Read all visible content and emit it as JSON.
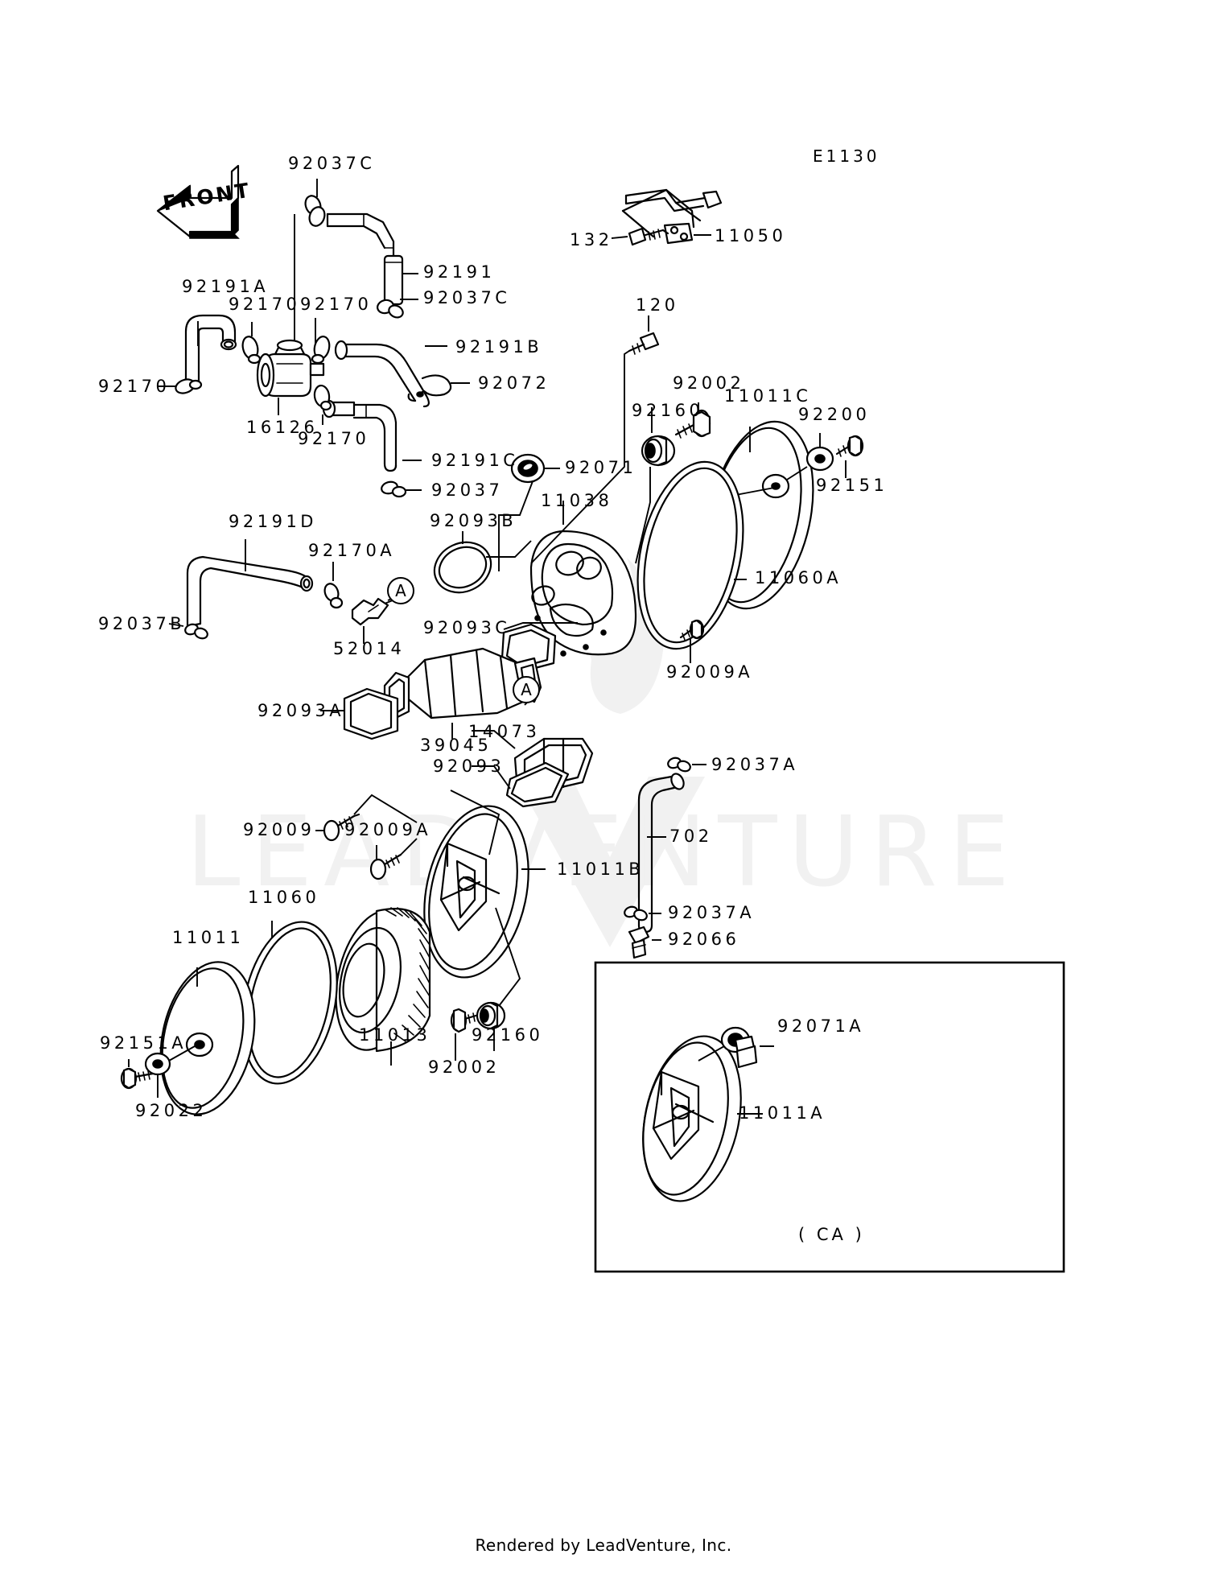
{
  "diagram": {
    "code": "E1130",
    "footer": "Rendered by LeadVenture, Inc.",
    "orientation_marker": "FRONT",
    "watermark": "LEADVENTURE",
    "inset_label": "( CA )",
    "callout_a": "A",
    "title": "Air Cleaner parts diagram"
  },
  "labels": [
    {
      "id": "l01",
      "text": "92037C"
    },
    {
      "id": "l02",
      "text": "92191"
    },
    {
      "id": "l03",
      "text": "92037C"
    },
    {
      "id": "l04",
      "text": "92191A"
    },
    {
      "id": "l05",
      "text": "92170"
    },
    {
      "id": "l06",
      "text": "92170"
    },
    {
      "id": "l07",
      "text": "92170"
    },
    {
      "id": "l08",
      "text": "16126"
    },
    {
      "id": "l09",
      "text": "92170"
    },
    {
      "id": "l10",
      "text": "92191B"
    },
    {
      "id": "l11",
      "text": "92072"
    },
    {
      "id": "l12",
      "text": "92191C"
    },
    {
      "id": "l13",
      "text": "92037"
    },
    {
      "id": "l14",
      "text": "92191D"
    },
    {
      "id": "l15",
      "text": "92170A"
    },
    {
      "id": "l16",
      "text": "92037B"
    },
    {
      "id": "l17",
      "text": "52014"
    },
    {
      "id": "l18",
      "text": "92093B"
    },
    {
      "id": "l19",
      "text": "92093C"
    },
    {
      "id": "l20",
      "text": "92093A"
    },
    {
      "id": "l21",
      "text": "39045"
    },
    {
      "id": "l22",
      "text": "14073"
    },
    {
      "id": "l23",
      "text": "92093"
    },
    {
      "id": "l24",
      "text": "132"
    },
    {
      "id": "l25",
      "text": "11050"
    },
    {
      "id": "l26",
      "text": "120"
    },
    {
      "id": "l27",
      "text": "92160"
    },
    {
      "id": "l28",
      "text": "92002"
    },
    {
      "id": "l29",
      "text": "11011C"
    },
    {
      "id": "l30",
      "text": "92200"
    },
    {
      "id": "l31",
      "text": "92151"
    },
    {
      "id": "l32",
      "text": "92071"
    },
    {
      "id": "l33",
      "text": "11038"
    },
    {
      "id": "l34",
      "text": "11060A"
    },
    {
      "id": "l35",
      "text": "92009A"
    },
    {
      "id": "l36",
      "text": "92037A"
    },
    {
      "id": "l37",
      "text": "702"
    },
    {
      "id": "l38",
      "text": "92037A"
    },
    {
      "id": "l39",
      "text": "92066"
    },
    {
      "id": "l40",
      "text": "92009"
    },
    {
      "id": "l41",
      "text": "92009A"
    },
    {
      "id": "l42",
      "text": "11011B"
    },
    {
      "id": "l43",
      "text": "11060"
    },
    {
      "id": "l44",
      "text": "11011"
    },
    {
      "id": "l45",
      "text": "11013"
    },
    {
      "id": "l46",
      "text": "92160"
    },
    {
      "id": "l47",
      "text": "92002"
    },
    {
      "id": "l48",
      "text": "92151A"
    },
    {
      "id": "l49",
      "text": "92022"
    },
    {
      "id": "l50",
      "text": "92071A"
    },
    {
      "id": "l51",
      "text": "11011A"
    }
  ],
  "colors": {
    "line": "#000000",
    "paper": "#ffffff",
    "watermark": "#f0f0f0"
  }
}
